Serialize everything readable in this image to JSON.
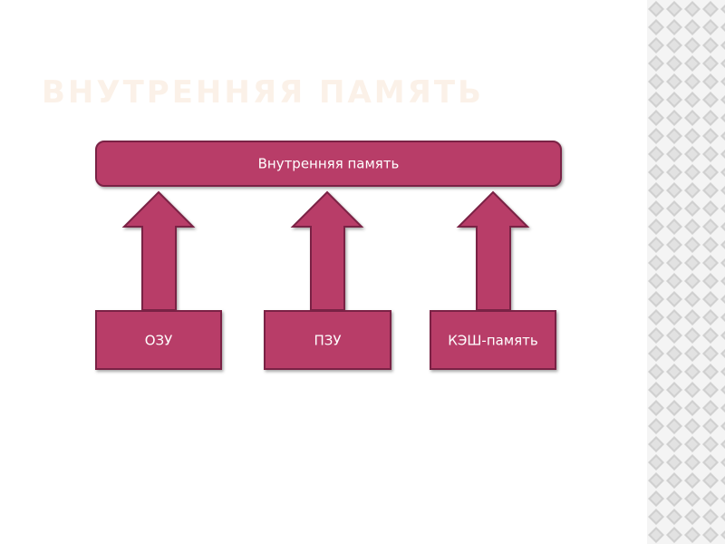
{
  "slide": {
    "title": "ВНУТРЕННЯЯ ПАМЯТЬ"
  },
  "diagram": {
    "top_node": "Внутренняя память",
    "bottom_nodes": [
      "ОЗУ",
      "ПЗУ",
      "КЭШ-память"
    ],
    "edges": [
      {
        "from": "ОЗУ",
        "to": "Внутренняя память"
      },
      {
        "from": "ПЗУ",
        "to": "Внутренняя память"
      },
      {
        "from": "КЭШ-память",
        "to": "Внутренняя память"
      }
    ]
  },
  "colors": {
    "node_fill": "#b83e68",
    "node_stroke": "#7a2344",
    "title": "#fbf1e8",
    "pattern_light": "#f4f4f4",
    "pattern_dark": "#cfcfcf"
  }
}
